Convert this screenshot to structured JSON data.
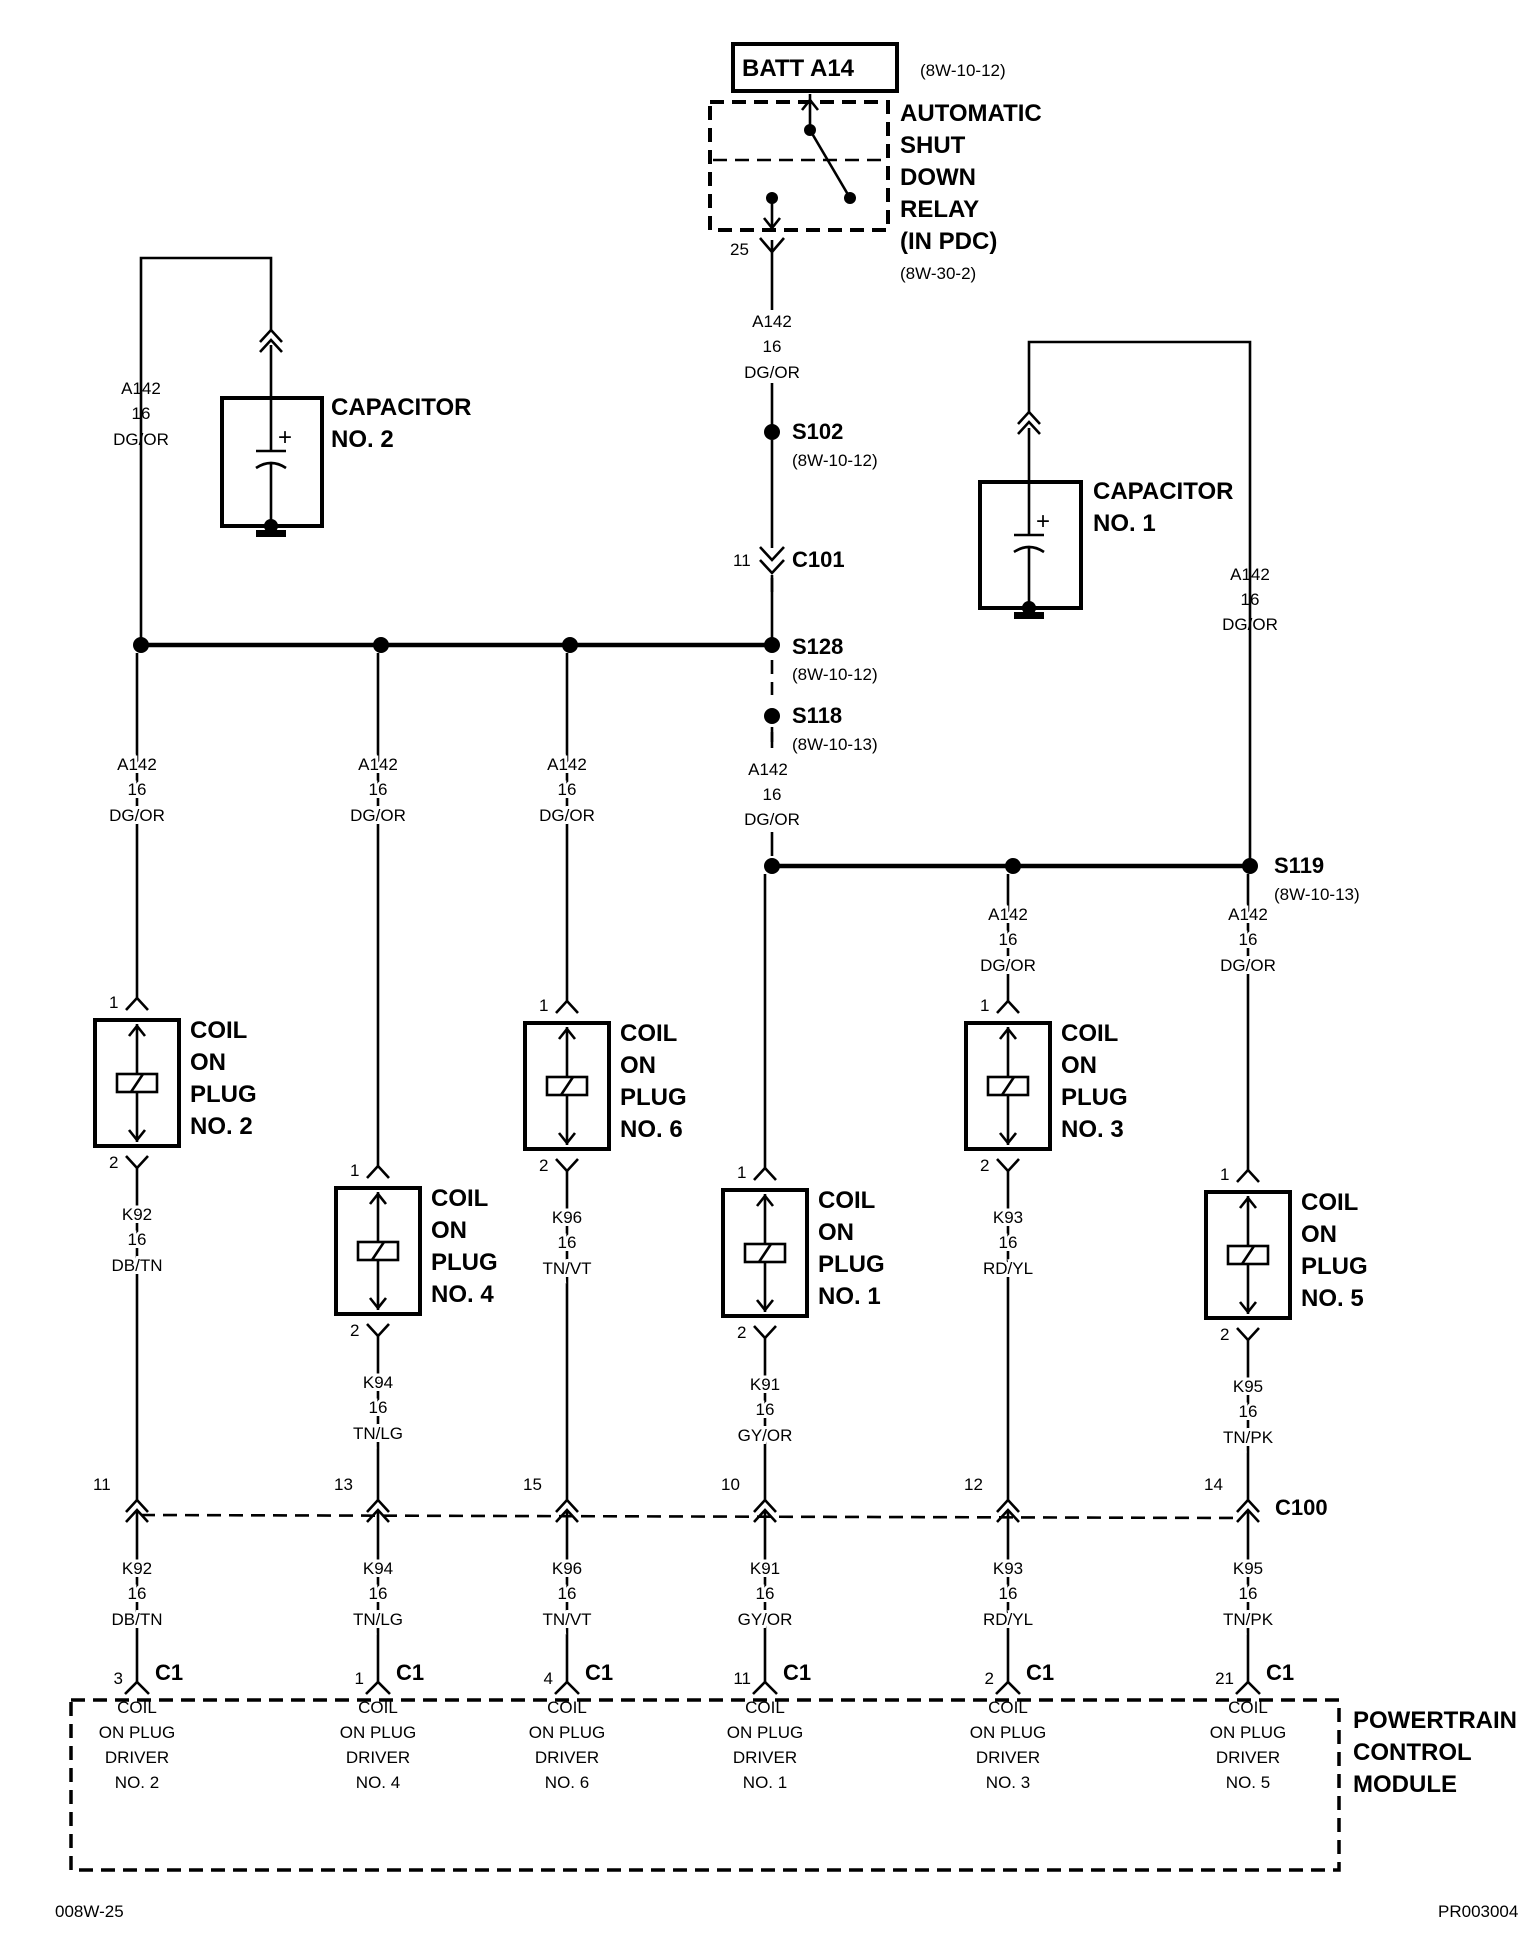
{
  "relay": {
    "batt_label": "BATT A14",
    "batt_ref": "(8W-10-12)",
    "name_lines": [
      "AUTOMATIC",
      "SHUT",
      "DOWN",
      "RELAY",
      "(IN PDC)"
    ],
    "ref": "(8W-30-2)",
    "pin": "25"
  },
  "wire_a142": {
    "circuit": "A142",
    "gauge": "16",
    "color": "DG/OR"
  },
  "splices": {
    "s102": {
      "name": "S102",
      "ref": "(8W-10-12)"
    },
    "s128": {
      "name": "S128",
      "ref": "(8W-10-12)"
    },
    "s118": {
      "name": "S118",
      "ref": "(8W-10-13)"
    },
    "s119": {
      "name": "S119",
      "ref": "(8W-10-13)"
    }
  },
  "c101": {
    "name": "C101",
    "pin": "11"
  },
  "capacitors": {
    "cap1": {
      "lines": [
        "CAPACITOR",
        "NO. 1"
      ]
    },
    "cap2": {
      "lines": [
        "CAPACITOR",
        "NO. 2"
      ]
    }
  },
  "coils": {
    "c2": {
      "lines": [
        "COIL",
        "ON",
        "PLUG",
        "NO. 2"
      ]
    },
    "c4": {
      "lines": [
        "COIL",
        "ON",
        "PLUG",
        "NO. 4"
      ]
    },
    "c6": {
      "lines": [
        "COIL",
        "ON",
        "PLUG",
        "NO. 6"
      ]
    },
    "c1": {
      "lines": [
        "COIL",
        "ON",
        "PLUG",
        "NO. 1"
      ]
    },
    "c3": {
      "lines": [
        "COIL",
        "ON",
        "PLUG",
        "NO. 3"
      ]
    },
    "c5": {
      "lines": [
        "COIL",
        "ON",
        "PLUG",
        "NO. 5"
      ]
    }
  },
  "coil_pins": {
    "top": "1",
    "bottom": "2"
  },
  "drive_wires": {
    "c2": {
      "circuit": "K92",
      "gauge": "16",
      "color": "DB/TN",
      "c100_pin": "11",
      "c1_pin": "3"
    },
    "c4": {
      "circuit": "K94",
      "gauge": "16",
      "color": "TN/LG",
      "c100_pin": "13",
      "c1_pin": "1"
    },
    "c6": {
      "circuit": "K96",
      "gauge": "16",
      "color": "TN/VT",
      "c100_pin": "15",
      "c1_pin": "4"
    },
    "c1": {
      "circuit": "K91",
      "gauge": "16",
      "color": "GY/OR",
      "c100_pin": "10",
      "c1_pin": "11"
    },
    "c3": {
      "circuit": "K93",
      "gauge": "16",
      "color": "RD/YL",
      "c100_pin": "12",
      "c1_pin": "2"
    },
    "c5": {
      "circuit": "K95",
      "gauge": "16",
      "color": "TN/PK",
      "c100_pin": "14",
      "c1_pin": "21"
    }
  },
  "c100_label": "C100",
  "c1_label": "C1",
  "drivers": {
    "c2": {
      "lines": [
        "COIL",
        "ON PLUG",
        "DRIVER",
        "NO. 2"
      ]
    },
    "c4": {
      "lines": [
        "COIL",
        "ON PLUG",
        "DRIVER",
        "NO. 4"
      ]
    },
    "c6": {
      "lines": [
        "COIL",
        "ON PLUG",
        "DRIVER",
        "NO. 6"
      ]
    },
    "c1": {
      "lines": [
        "COIL",
        "ON PLUG",
        "DRIVER",
        "NO. 1"
      ]
    },
    "c3": {
      "lines": [
        "COIL",
        "ON PLUG",
        "DRIVER",
        "NO. 3"
      ]
    },
    "c5": {
      "lines": [
        "COIL",
        "ON PLUG",
        "DRIVER",
        "NO. 5"
      ]
    }
  },
  "pcm": {
    "lines": [
      "POWERTRAIN",
      "CONTROL",
      "MODULE"
    ]
  },
  "footer": {
    "left": "008W-25",
    "right": "PR003004"
  }
}
